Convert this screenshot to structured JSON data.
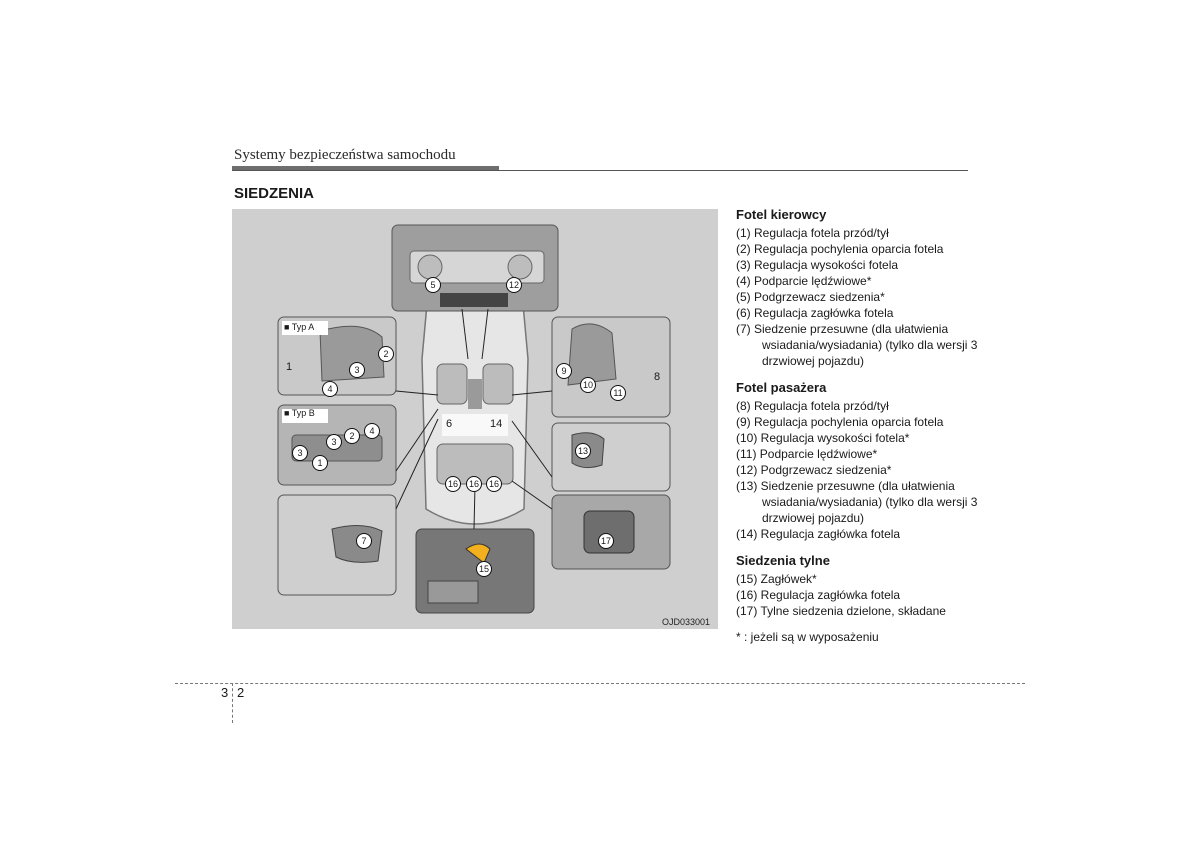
{
  "header": {
    "title": "Systemy bezpieczeństwa samochodu"
  },
  "section_title": "SIEDZENIA",
  "figure": {
    "code": "OJD033001",
    "type_a_label": "■ Typ A",
    "type_b_label": "■ Typ B",
    "callouts": {
      "n1": "1",
      "n2": "2",
      "n3": "3",
      "n4": "4",
      "n5": "5",
      "n6": "6",
      "n7": "7",
      "n8": "8",
      "n9": "9",
      "n10": "10",
      "n11": "11",
      "n12": "12",
      "n13": "13",
      "n14": "14",
      "n15": "15",
      "n16": "16",
      "n17": "17"
    }
  },
  "driver_seat": {
    "heading": "Fotel kierowcy",
    "items": [
      "(1) Regulacja fotela przód/tył",
      "(2) Regulacja pochylenia oparcia fotela",
      "(3) Regulacja wysokości fotela",
      "(4) Podparcie lędźwiowe*",
      "(5) Podgrzewacz siedzenia*",
      "(6) Regulacja zagłówka fotela",
      "(7) Siedzenie przesuwne (dla ułatwienia wsiadania/wysiadania) (tylko dla wersji 3 drzwiowej pojazdu)"
    ]
  },
  "passenger_seat": {
    "heading": "Fotel pasażera",
    "items": [
      "(8) Regulacja fotela przód/tył",
      "(9) Regulacja pochylenia oparcia fotela",
      "(10) Regulacja wysokości fotela*",
      "(11) Podparcie lędźwiowe*",
      "(12) Podgrzewacz siedzenia*",
      "(13) Siedzenie przesuwne (dla ułatwienia wsiadania/wysiadania) (tylko dla wersji 3 drzwiowej pojazdu)",
      "(14) Regulacja zagłówka fotela"
    ]
  },
  "rear_seats": {
    "heading": "Siedzenia tylne",
    "items": [
      "(15) Zagłówek*",
      "(16) Regulacja zagłówka fotela",
      "(17) Tylne siedzenia dzielone, składane"
    ]
  },
  "footnote": "* : jeżeli są w wyposażeniu",
  "page": {
    "chapter": "3",
    "number": "2"
  }
}
